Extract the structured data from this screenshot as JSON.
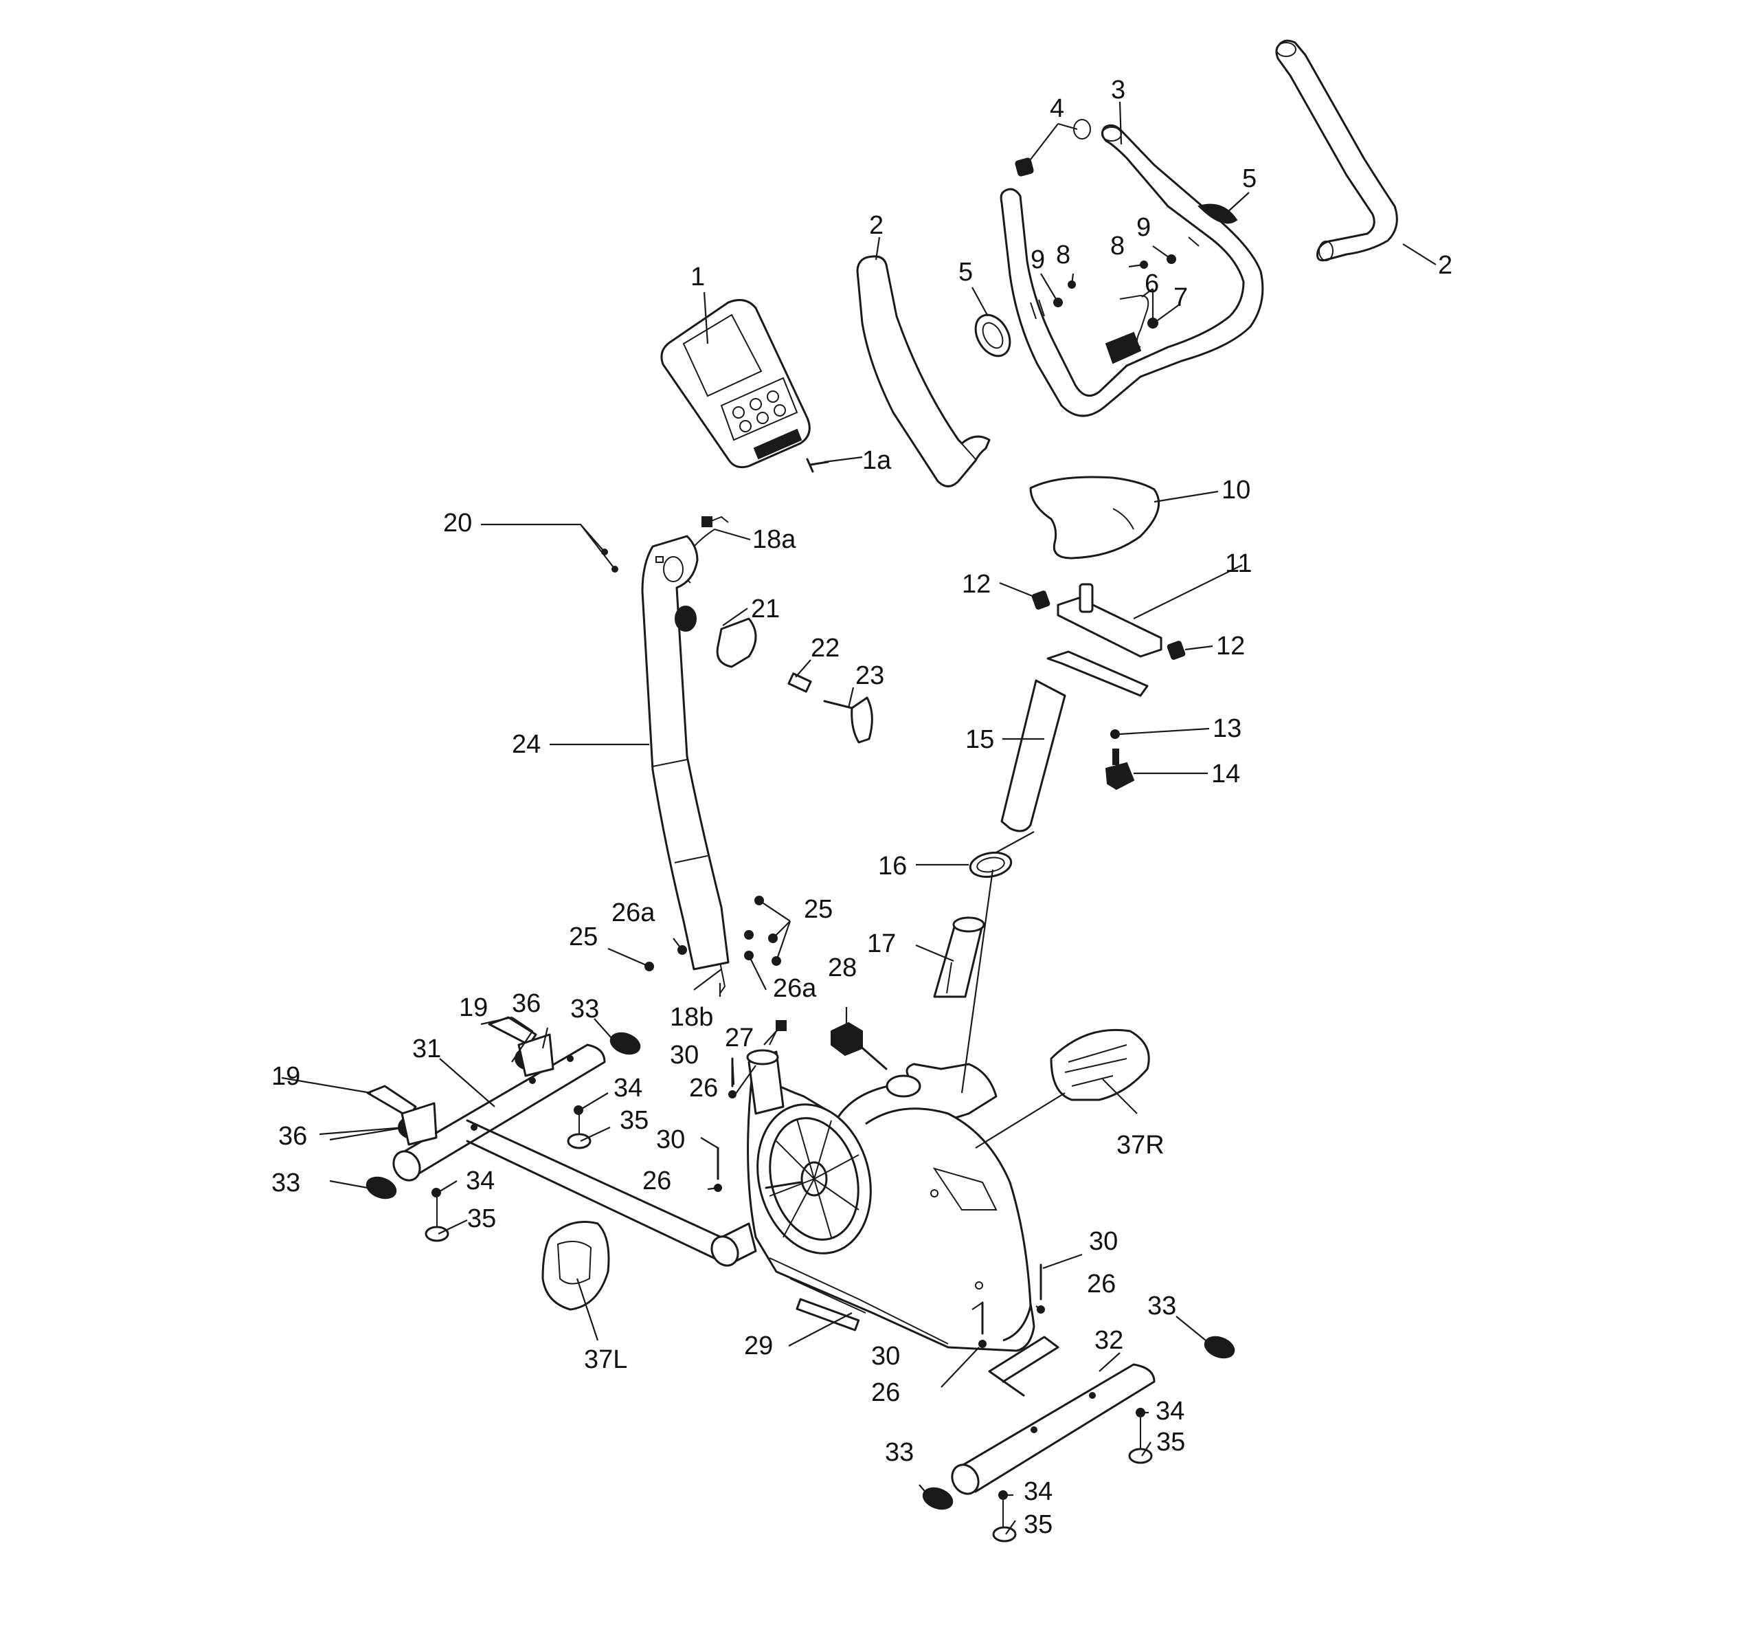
{
  "diagram": {
    "callouts": [
      {
        "id": "c-1",
        "text": "1"
      },
      {
        "id": "c-1a",
        "text": "1a"
      },
      {
        "id": "c-2-left",
        "text": "2"
      },
      {
        "id": "c-2-right",
        "text": "2"
      },
      {
        "id": "c-3",
        "text": "3"
      },
      {
        "id": "c-4",
        "text": "4"
      },
      {
        "id": "c-5-left",
        "text": "5"
      },
      {
        "id": "c-5-right",
        "text": "5"
      },
      {
        "id": "c-6",
        "text": "6"
      },
      {
        "id": "c-7",
        "text": "7"
      },
      {
        "id": "c-8-left",
        "text": "8"
      },
      {
        "id": "c-8-right",
        "text": "8"
      },
      {
        "id": "c-9-left",
        "text": "9"
      },
      {
        "id": "c-9-right",
        "text": "9"
      },
      {
        "id": "c-10",
        "text": "10"
      },
      {
        "id": "c-11",
        "text": "11"
      },
      {
        "id": "c-12-left",
        "text": "12"
      },
      {
        "id": "c-12-right",
        "text": "12"
      },
      {
        "id": "c-13",
        "text": "13"
      },
      {
        "id": "c-14",
        "text": "14"
      },
      {
        "id": "c-15",
        "text": "15"
      },
      {
        "id": "c-16",
        "text": "16"
      },
      {
        "id": "c-17",
        "text": "17"
      },
      {
        "id": "c-18a",
        "text": "18a"
      },
      {
        "id": "c-18b",
        "text": "18b"
      },
      {
        "id": "c-19-upper",
        "text": "19"
      },
      {
        "id": "c-19-lower",
        "text": "19"
      },
      {
        "id": "c-20",
        "text": "20"
      },
      {
        "id": "c-21",
        "text": "21"
      },
      {
        "id": "c-22",
        "text": "22"
      },
      {
        "id": "c-23",
        "text": "23"
      },
      {
        "id": "c-24",
        "text": "24"
      },
      {
        "id": "c-25-left",
        "text": "25"
      },
      {
        "id": "c-25-right",
        "text": "25"
      },
      {
        "id": "c-26a-left",
        "text": "26a"
      },
      {
        "id": "c-26a-right",
        "text": "26a"
      },
      {
        "id": "c-26-a",
        "text": "26"
      },
      {
        "id": "c-26-b",
        "text": "26"
      },
      {
        "id": "c-26-c",
        "text": "26"
      },
      {
        "id": "c-26-d",
        "text": "26"
      },
      {
        "id": "c-27",
        "text": "27"
      },
      {
        "id": "c-28",
        "text": "28"
      },
      {
        "id": "c-29",
        "text": "29"
      },
      {
        "id": "c-30-a",
        "text": "30"
      },
      {
        "id": "c-30-b",
        "text": "30"
      },
      {
        "id": "c-30-c",
        "text": "30"
      },
      {
        "id": "c-30-d",
        "text": "30"
      },
      {
        "id": "c-31",
        "text": "31"
      },
      {
        "id": "c-32",
        "text": "32"
      },
      {
        "id": "c-33-a",
        "text": "33"
      },
      {
        "id": "c-33-b",
        "text": "33"
      },
      {
        "id": "c-33-c",
        "text": "33"
      },
      {
        "id": "c-33-d",
        "text": "33"
      },
      {
        "id": "c-34-a",
        "text": "34"
      },
      {
        "id": "c-34-b",
        "text": "34"
      },
      {
        "id": "c-34-c",
        "text": "34"
      },
      {
        "id": "c-34-d",
        "text": "34"
      },
      {
        "id": "c-35-a",
        "text": "35"
      },
      {
        "id": "c-35-b",
        "text": "35"
      },
      {
        "id": "c-35-c",
        "text": "35"
      },
      {
        "id": "c-35-d",
        "text": "35"
      },
      {
        "id": "c-36-upper",
        "text": "36"
      },
      {
        "id": "c-36-lower",
        "text": "36"
      },
      {
        "id": "c-37L",
        "text": "37L"
      },
      {
        "id": "c-37R",
        "text": "37R"
      }
    ]
  }
}
